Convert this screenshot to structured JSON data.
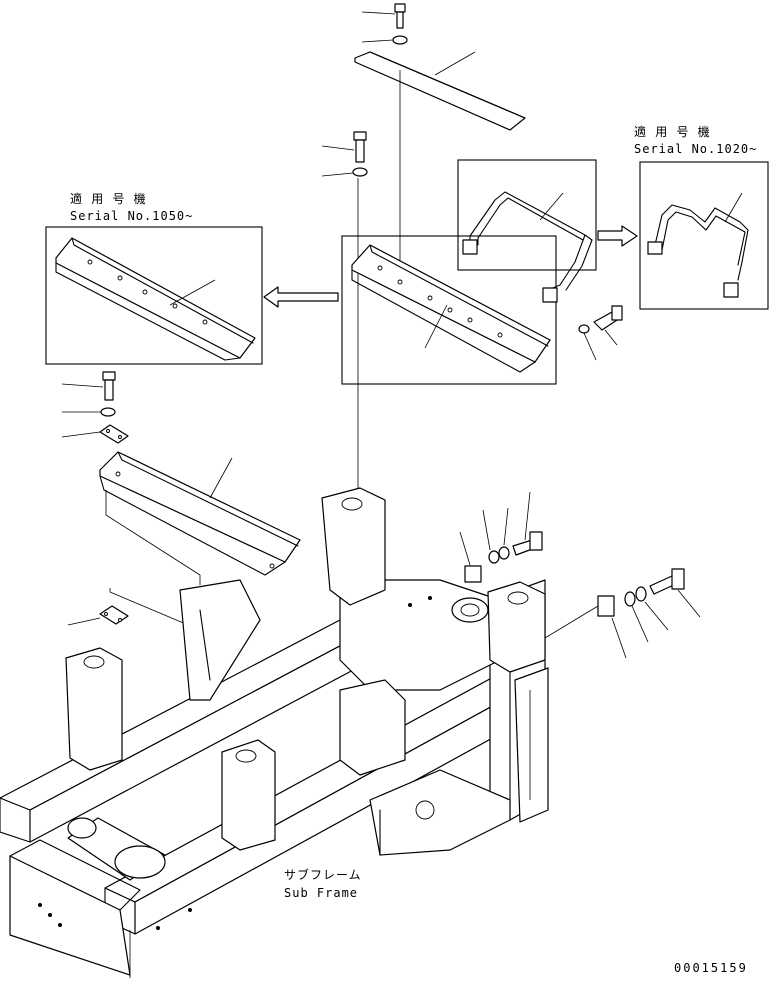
{
  "callouts": {
    "serial_1020": {
      "jp": "適 用 号 機",
      "serial": "Serial No.1020~"
    },
    "serial_1050": {
      "jp": "適 用 号 機",
      "serial": "Serial No.1050~"
    },
    "sub_frame": {
      "jp": "サブフレーム",
      "en": "Sub Frame"
    }
  },
  "drawing_number": "00015159"
}
